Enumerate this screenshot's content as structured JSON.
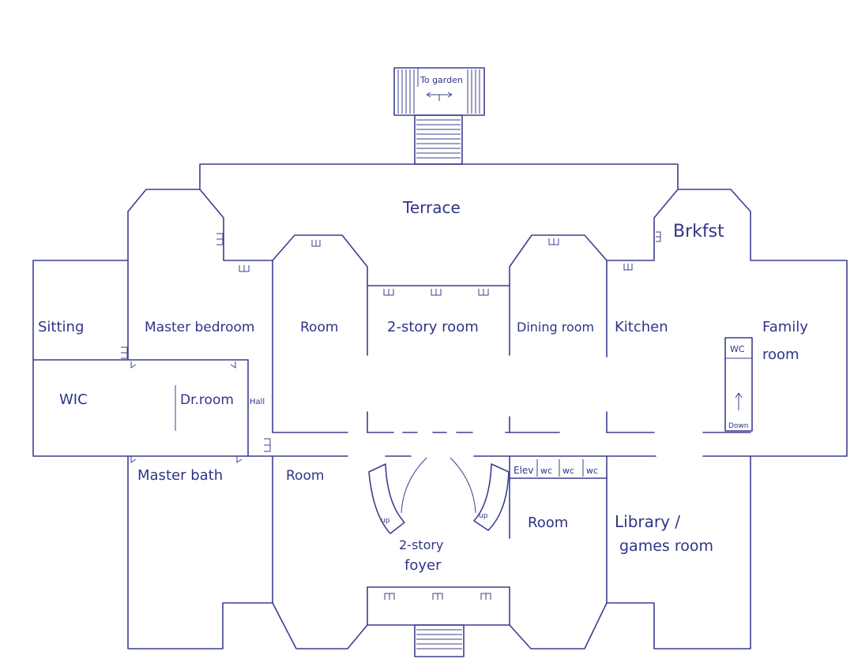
{
  "floorplan": {
    "labels": {
      "to_garden": "To garden",
      "terrace": "Terrace",
      "brkfst": "Brkfst",
      "sitting": "Sitting",
      "master_bedroom": "Master bedroom",
      "room_north_west": "Room",
      "two_story_room": "2-story room",
      "dining_room": "Dining room",
      "kitchen": "Kitchen",
      "family": "Family",
      "family_room": "room",
      "wc_family": "WC",
      "down": "Down",
      "wic": "WIC",
      "dr_room": "Dr.room",
      "hall": "Hall",
      "master_bath": "Master bath",
      "room_south_west": "Room",
      "room_south_east": "Room",
      "elev": "Elev",
      "wc1": "wc",
      "wc2": "wc",
      "wc3": "wc",
      "library": "Library /",
      "games_room": "games room",
      "foyer_line1": "2-story",
      "foyer_line2": "foyer",
      "up_left": "up",
      "up_right": "up"
    },
    "colors": {
      "ink": "#3b3f8f",
      "paper": "#ffffff"
    }
  }
}
